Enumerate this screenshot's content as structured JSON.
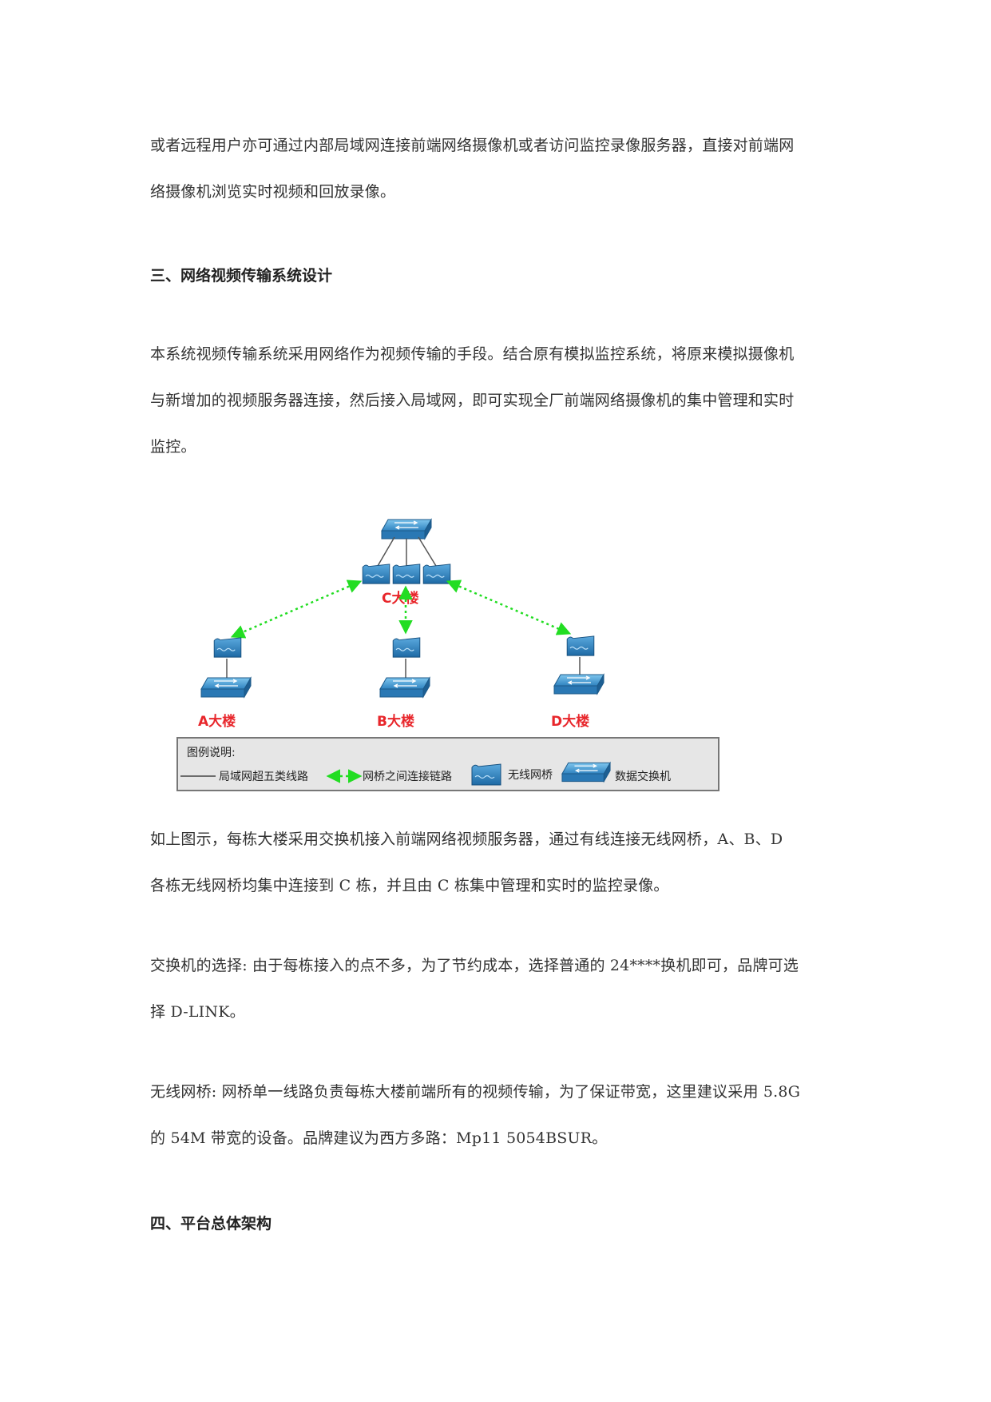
{
  "paragraphs": {
    "p1_line1": "或者远程用户亦可通过内部局域网连接前端网络摄像机或者访问监控录像服务器，直接对前端网",
    "p1_line2": "络摄像机浏览实时视频和回放录像。",
    "p2_line1": "本系统视频传输系统采用网络作为视频传输的手段。结合原有模拟监控系统，将原来模拟摄像机",
    "p2_line2": "与新增加的视频服务器连接，然后接入局域网，即可实现全厂前端网络摄像机的集中管理和实时",
    "p2_line3": "监控。",
    "p3_line1": "如上图示，每栋大楼采用交换机接入前端网络视频服务器，通过有线连接无线网桥，A、B、D",
    "p3_line2": "各栋无线网桥均集中连接到 C 栋，并且由 C 栋集中管理和实时的监控录像。",
    "p4_line1": "交换机的选择: 由于每栋接入的点不多，为了节约成本，选择普通的 24****换机即可，品牌可选",
    "p4_line2": "择 D-LINK。",
    "p5_line1": "无线网桥: 网桥单一线路负责每栋大楼前端所有的视频传输，为了保证带宽，这里建议采用 5.8G",
    "p5_line2": "的 54M 带宽的设备。品牌建议为西方多路：Mp11 5054BSUR。"
  },
  "headings": {
    "section3": "三、网络视频传输系统设计",
    "section4": "四、平台总体架构"
  },
  "diagram": {
    "nodes": {
      "building_c": "C大楼",
      "building_a": "A大楼",
      "building_b": "B大楼",
      "building_d": "D大楼"
    },
    "legend": {
      "title": "图例说明:",
      "cable": "局域网超五类线路",
      "bridge_link": "网桥之间连接链路",
      "wireless_bridge": "无线网桥",
      "data_switch": "数据交换机"
    },
    "colors": {
      "label_red": "#e8262b",
      "link_green": "#22dd22",
      "device_blue": "#3a8fc8",
      "legend_bg": "#e6e6e6"
    }
  }
}
